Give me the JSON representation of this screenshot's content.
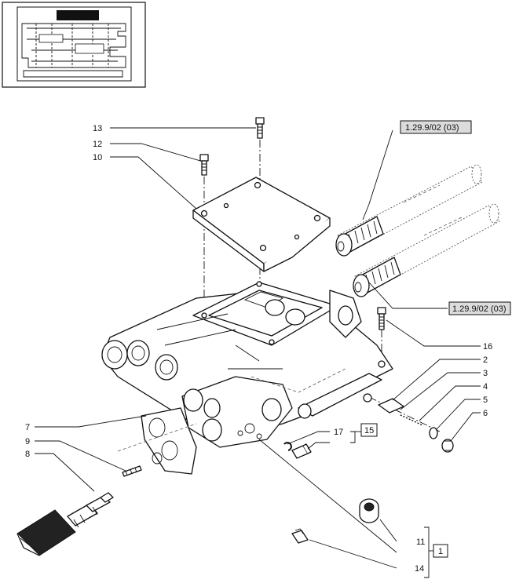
{
  "callouts": [
    {
      "id": "c13",
      "label": "13"
    },
    {
      "id": "c12",
      "label": "12"
    },
    {
      "id": "c10",
      "label": "10"
    },
    {
      "id": "c16",
      "label": "16"
    },
    {
      "id": "c2",
      "label": "2"
    },
    {
      "id": "c3",
      "label": "3"
    },
    {
      "id": "c4",
      "label": "4"
    },
    {
      "id": "c5",
      "label": "5"
    },
    {
      "id": "c6",
      "label": "6"
    },
    {
      "id": "c7",
      "label": "7"
    },
    {
      "id": "c9",
      "label": "9"
    },
    {
      "id": "c8",
      "label": "8"
    },
    {
      "id": "c17",
      "label": "17"
    },
    {
      "id": "c11",
      "label": "11"
    },
    {
      "id": "c14",
      "label": "14"
    }
  ],
  "group_boxes": {
    "g15": "15",
    "g1": "1"
  },
  "references": {
    "ref_top": "1.29.9/02 (03)",
    "ref_bottom": "1.29.9/02 (03)"
  }
}
